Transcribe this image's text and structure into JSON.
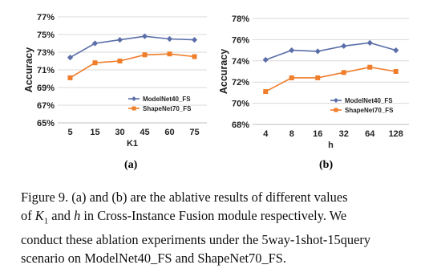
{
  "chart_data": [
    {
      "type": "line",
      "ylabel": "Accuracy",
      "xlabel": "K1",
      "categories": [
        "5",
        "15",
        "30",
        "45",
        "60",
        "75"
      ],
      "yticks": [
        "65%",
        "67%",
        "69%",
        "71%",
        "73%",
        "75%",
        "77%"
      ],
      "ylim": [
        65,
        77
      ],
      "series": [
        {
          "name": "ModelNet40_FS",
          "color": "#5b6ea8",
          "marker": "diamond",
          "values": [
            72.4,
            74.0,
            74.4,
            74.8,
            74.5,
            74.4
          ]
        },
        {
          "name": "ShapeNet70_FS",
          "color": "#ef7d2a",
          "marker": "square",
          "values": [
            70.1,
            71.8,
            72.0,
            72.7,
            72.8,
            72.5
          ]
        }
      ],
      "legend": "bottom-right",
      "grid": true,
      "panel_label": "(a)"
    },
    {
      "type": "line",
      "ylabel": "Accuracy",
      "xlabel": "h",
      "categories": [
        "4",
        "8",
        "16",
        "32",
        "64",
        "128"
      ],
      "yticks": [
        "68%",
        "70%",
        "72%",
        "74%",
        "76%",
        "78%"
      ],
      "ylim": [
        68,
        78
      ],
      "series": [
        {
          "name": "ModelNet40_FS",
          "color": "#5b6ea8",
          "marker": "diamond",
          "values": [
            74.1,
            75.0,
            74.9,
            75.4,
            75.7,
            75.0
          ]
        },
        {
          "name": "ShapeNet70_FS",
          "color": "#ef7d2a",
          "marker": "square",
          "values": [
            71.1,
            72.4,
            72.4,
            72.9,
            73.4,
            73.0
          ]
        }
      ],
      "legend": "bottom-right",
      "grid": true,
      "panel_label": "(b)"
    }
  ],
  "caption": {
    "l1": "Figure 9. (a) and (b) are the ablative results of different values",
    "l2a": "of ",
    "l2k": "K",
    "l2sub": "1",
    "l2b": " and ",
    "l2h": "h",
    "l2c": " in Cross-Instance Fusion module respectively.  We",
    "l3": "conduct these ablation experiments under the 5way-1shot-15query",
    "l4": "scenario on ModelNet40_FS and ShapeNet70_FS."
  }
}
